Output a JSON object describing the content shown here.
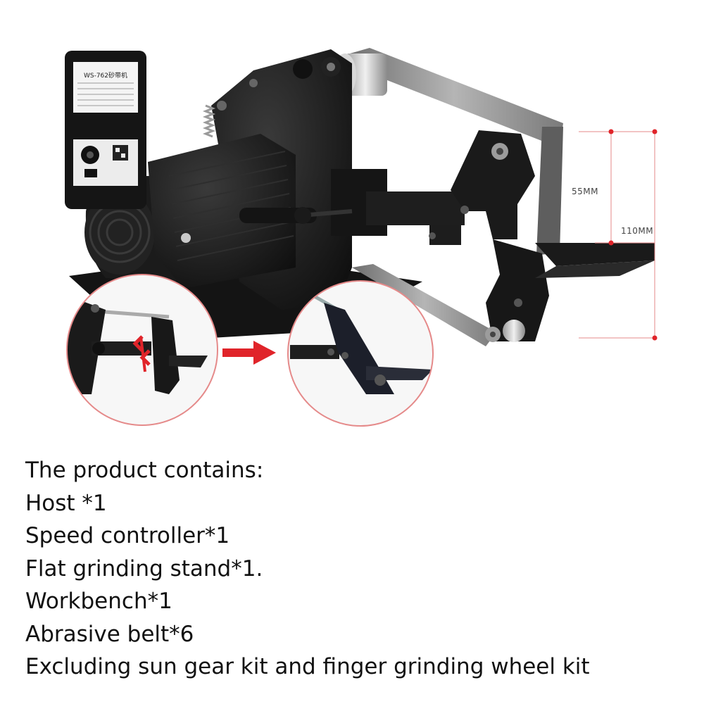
{
  "figure": {
    "controller_model": "WS-762砂带机",
    "dimensions": {
      "belt_width": "55MM",
      "total_height": "110MM"
    },
    "colors": {
      "machine": "#1a1a1a",
      "belt": "#8f8f8f",
      "marker": "#e0242a",
      "dimension_line": "#e0242a"
    }
  },
  "contents": {
    "title": "The product contains:",
    "items": [
      "Host *1",
      "Speed controller*1",
      "Flat grinding stand*1.",
      "Workbench*1",
      "Abrasive belt*6",
      "Excluding sun gear kit and finger grinding wheel kit"
    ]
  }
}
